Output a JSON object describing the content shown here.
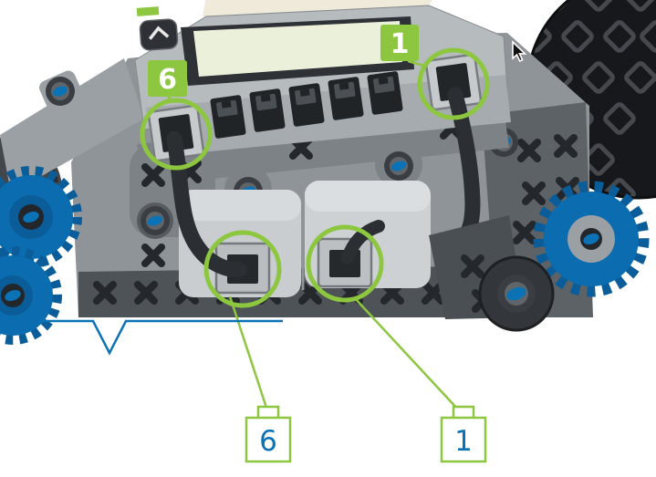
{
  "illustration": {
    "subject": "Robot brain smart-port wiring diagram",
    "port_badges": [
      {
        "label": "6"
      },
      {
        "label": "1"
      }
    ],
    "cable_tags": [
      {
        "label": "6"
      },
      {
        "label": "1"
      }
    ],
    "colors": {
      "highlight_green": "#8dc63f",
      "label_blue": "#0b72b5",
      "bracket_blue": "#0b72b5"
    }
  }
}
